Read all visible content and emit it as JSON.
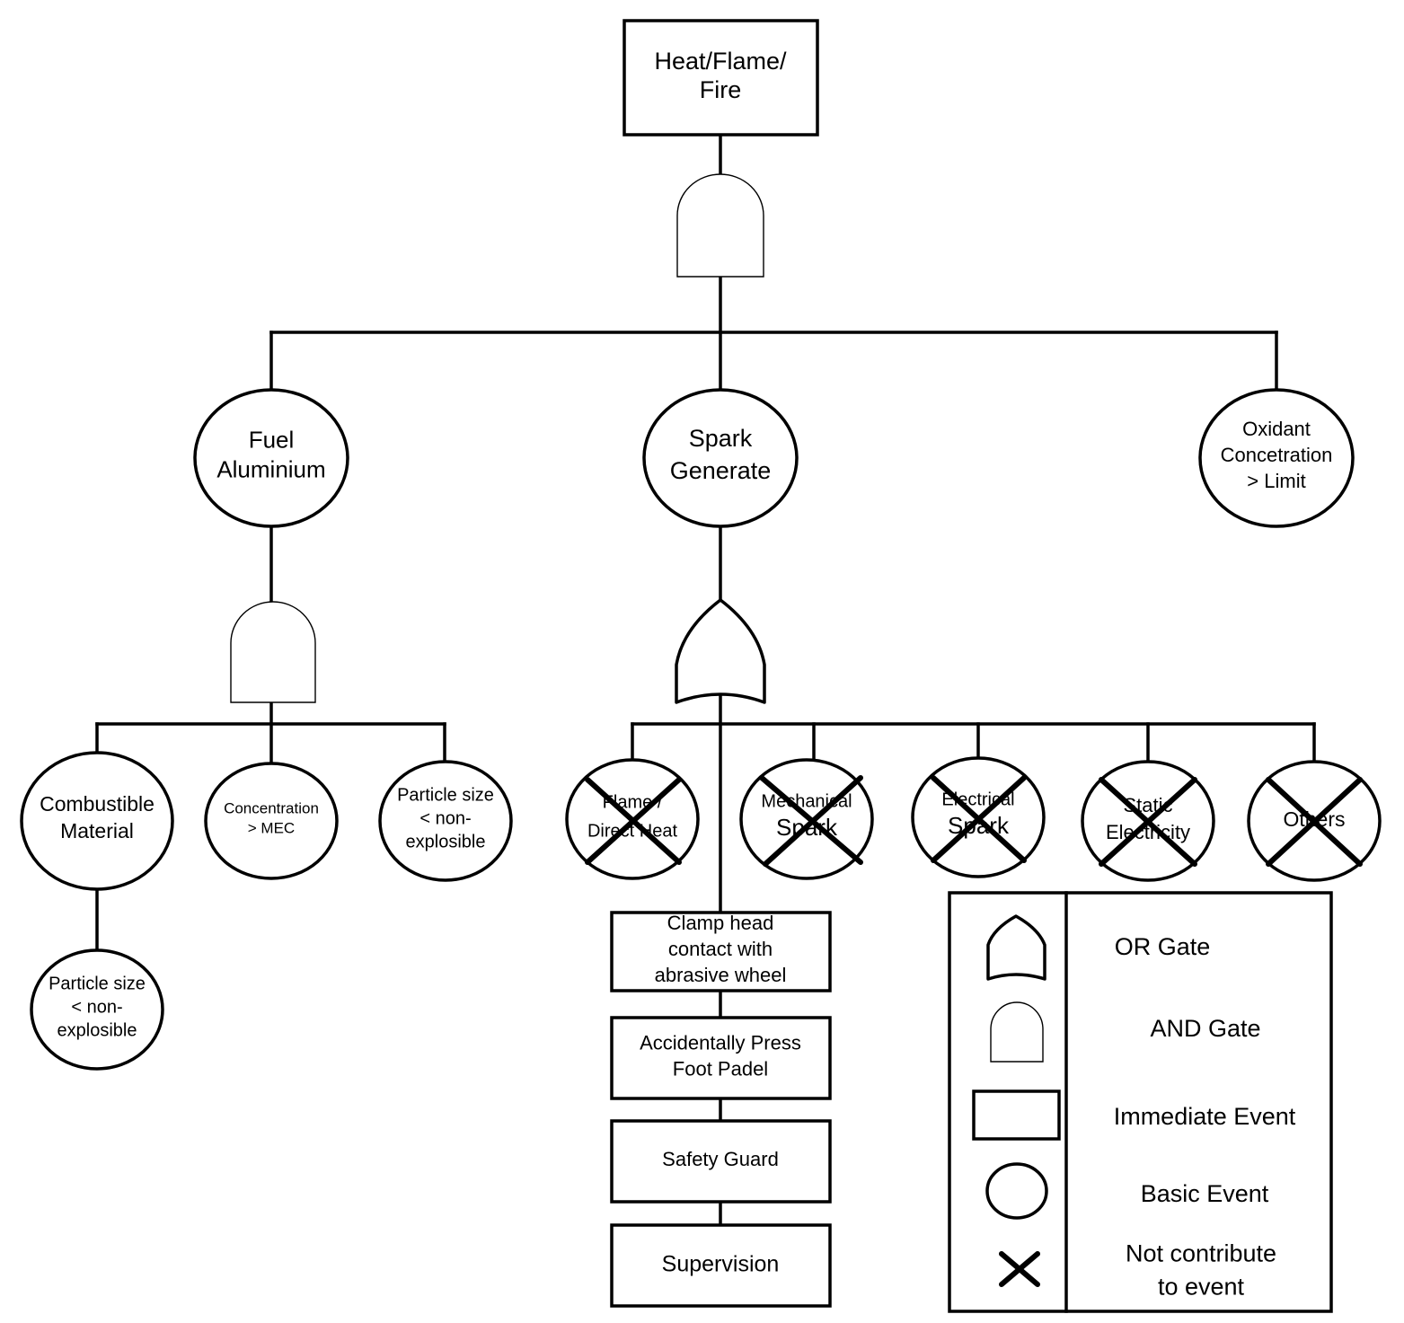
{
  "top_event": [
    "Heat/Flame/",
    "Fire"
  ],
  "events": {
    "fuel": [
      "Fuel",
      "Aluminium"
    ],
    "spark": [
      "Spark",
      "Generate"
    ],
    "oxidant": [
      "Oxidant",
      "Concetration",
      "> Limit"
    ],
    "combustible": [
      "Combustible",
      "Material"
    ],
    "concentration": [
      "Concentration",
      "> MEC"
    ],
    "particle_a": [
      "Particle size",
      "< non-",
      "explosible"
    ],
    "particle_b": [
      "Particle size",
      "< non-",
      "explosible"
    ],
    "flame": [
      "Flame /",
      "Direct Heat"
    ],
    "mechanical": [
      "Mechanical",
      "Spark"
    ],
    "electrical": [
      "Electrical",
      "Spark"
    ],
    "static": [
      "Static",
      "Electricity"
    ],
    "others": [
      "Others"
    ]
  },
  "chain": {
    "clamp": [
      "Clamp head",
      "contact with",
      "abrasive wheel"
    ],
    "press": [
      "Accidentally Press",
      "Foot Padel"
    ],
    "guard": [
      "Safety Guard"
    ],
    "supervision": [
      "Supervision"
    ]
  },
  "legend": {
    "or_gate": [
      "OR Gate"
    ],
    "and_gate": [
      "AND Gate"
    ],
    "immediate": [
      "Immediate Event"
    ],
    "basic": [
      "Basic Event"
    ],
    "not_contribute": [
      "Not contribute",
      "to event"
    ]
  }
}
